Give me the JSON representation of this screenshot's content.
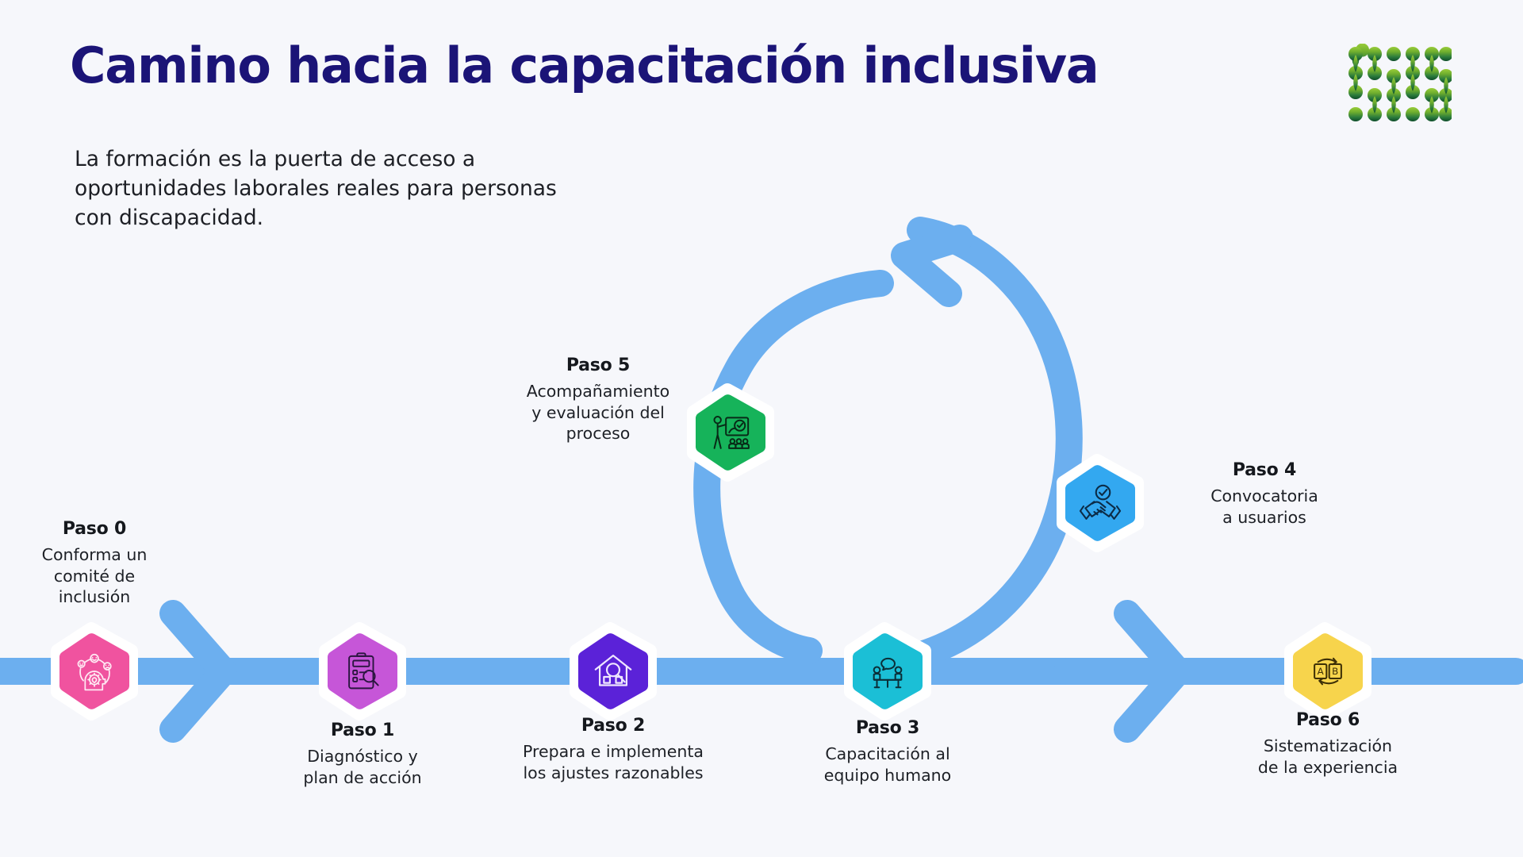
{
  "header": {
    "title": "Camino hacia la capacitación inclusiva",
    "subtitle": "La formación es la puerta de acceso a oportunidades laborales reales para personas con discapacidad."
  },
  "colors": {
    "background": "#f6f7fb",
    "title": "#1b1477",
    "flow_blue": "#6cafef",
    "node_halo": "#ffffff",
    "logo_light_green": "#8cc63f",
    "logo_dark_green": "#11502c"
  },
  "logo": {
    "name": "green-dot-grid-logo",
    "columns": 6,
    "rows": 4
  },
  "steps": [
    {
      "id": "paso-0",
      "title": "Paso 0",
      "desc": "Conforma un\ncomité de\ninclusión",
      "color": "#f0539f",
      "icon": "inclusion-committee-icon",
      "label_position": "above"
    },
    {
      "id": "paso-1",
      "title": "Paso 1",
      "desc": "Diagnóstico y\nplan de acción",
      "color": "#c656d8",
      "icon": "clipboard-magnifier-icon",
      "label_position": "below"
    },
    {
      "id": "paso-2",
      "title": "Paso 2",
      "desc": "Prepara e implementa\nlos ajustes razonables",
      "color": "#5b22d8",
      "icon": "house-magnifier-icon",
      "label_position": "below"
    },
    {
      "id": "paso-3",
      "title": "Paso 3",
      "desc": "Capacitación al\nequipo humano",
      "color": "#1bbfd6",
      "icon": "team-training-icon",
      "label_position": "below"
    },
    {
      "id": "paso-4",
      "title": "Paso 4",
      "desc": "Convocatoria\na usuarios",
      "color": "#33a8f0",
      "icon": "handshake-check-icon",
      "label_position": "right"
    },
    {
      "id": "paso-5",
      "title": "Paso 5",
      "desc": "Acompañamiento\ny evaluación del\nproceso",
      "color": "#16b35a",
      "icon": "presenter-audience-icon",
      "label_position": "left"
    },
    {
      "id": "paso-6",
      "title": "Paso 6",
      "desc": "Sistematización\nde la experiencia",
      "color": "#f7d44c",
      "icon": "ab-swap-icon",
      "label_position": "below"
    }
  ],
  "connectors": [
    {
      "name": "track-segment-left",
      "type": "bar"
    },
    {
      "name": "chevron-arrow-1",
      "type": "chevron"
    },
    {
      "name": "track-segment-right",
      "type": "bar"
    },
    {
      "name": "chevron-arrow-2",
      "type": "chevron"
    },
    {
      "name": "feedback-loop-arc",
      "type": "circular-arrow"
    }
  ]
}
